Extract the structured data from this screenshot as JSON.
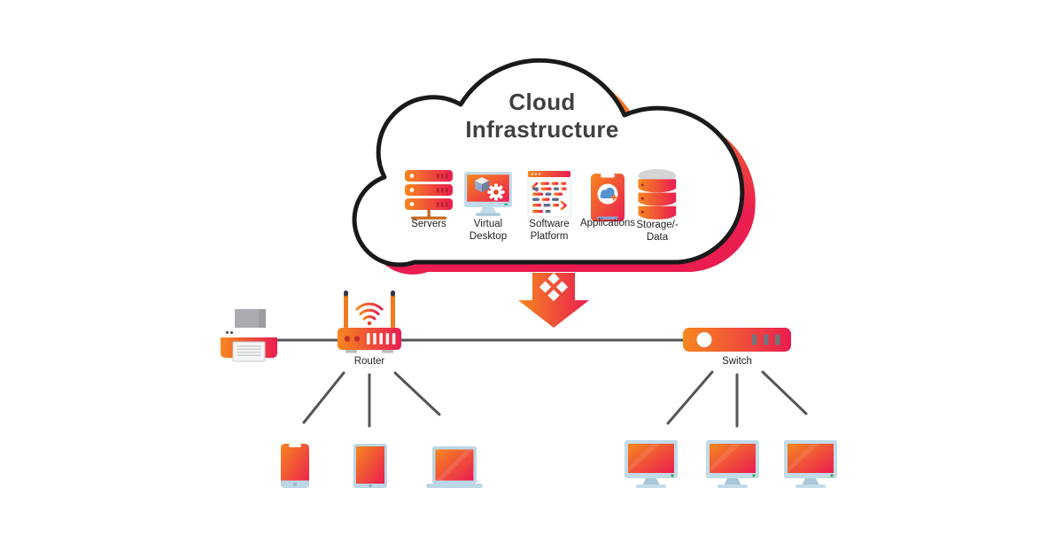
{
  "colors": {
    "orange": "#F6871F",
    "crimson": "#EA1D50",
    "outline": "#1A1A1A",
    "title_text": "#3F4042",
    "label_text": "#231F20",
    "connector": "#55565A",
    "device_frame": "#BDD8E6"
  },
  "cloud": {
    "title": "Cloud\nInfrastructure",
    "services": [
      {
        "icon": "servers-icon",
        "label": "Servers"
      },
      {
        "icon": "virtual-desktop-icon",
        "label": "Virtual\nDesktop"
      },
      {
        "icon": "software-platform-icon",
        "label": "Software\nPlatform"
      },
      {
        "icon": "applications-icon",
        "label": "Applications"
      },
      {
        "icon": "storage-data-icon",
        "label": "Storage/-\nData"
      }
    ]
  },
  "network": {
    "arrow_icon": "cloud-link-arrow-icon",
    "printer_icon": "printer-icon",
    "router": {
      "label": "Router",
      "icon": "router-icon",
      "clients": [
        "smartphone-icon",
        "tablet-icon",
        "laptop-icon"
      ]
    },
    "switch": {
      "label": "Switch",
      "icon": "switch-icon",
      "clients": [
        "monitor-icon",
        "monitor-icon",
        "monitor-icon"
      ]
    }
  }
}
